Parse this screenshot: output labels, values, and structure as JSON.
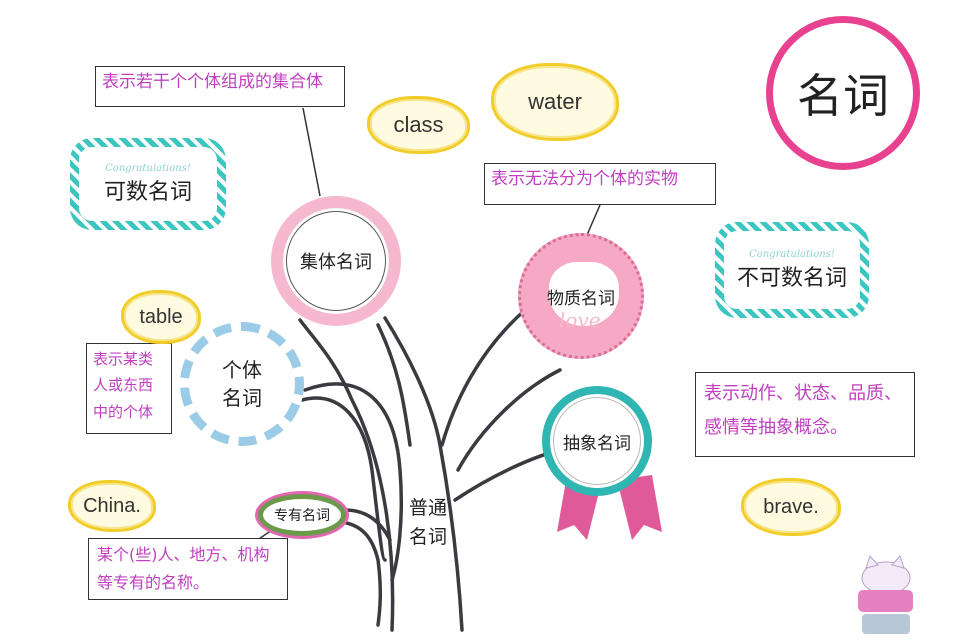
{
  "title": "名词",
  "colors": {
    "accent_pink": "#e8418f",
    "note_text": "#c03fc0",
    "teal": "#3cc6c0",
    "cloud_yellow": "#f2cd2a"
  },
  "notes": {
    "collective_def": "表示若干个个体组成的集合体",
    "material_def": "表示无法分为个体的实物",
    "individual_def": "表示某类人或东西中的个体",
    "abstract_def": "表示动作、状态、品质、感情等抽象概念。",
    "proper_def": "某个(些)人、地方、机构等专有的名称。"
  },
  "examples": {
    "collective": "class",
    "material": "water",
    "individual": "table",
    "abstract": "brave.",
    "proper": "China."
  },
  "categories": {
    "countable": {
      "decoration": "Congratulations!",
      "label": "可数名词"
    },
    "uncountable": {
      "decoration": "Congratulations!",
      "label": "不可数名词"
    }
  },
  "nodes": {
    "collective": "集体名词",
    "material": "物质名词",
    "material_decoration": "love",
    "individual": "个体名词",
    "abstract": "抽象名词",
    "proper": "专有名词",
    "common": "普通名词"
  }
}
